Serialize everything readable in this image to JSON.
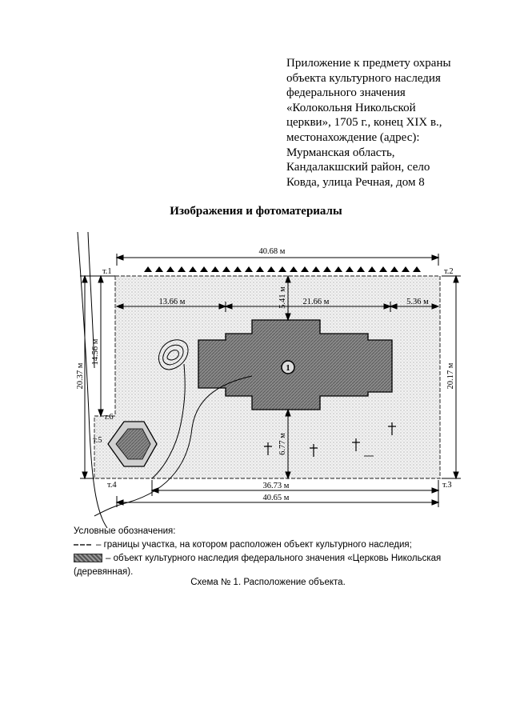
{
  "appendix": {
    "lines": [
      "Приложение к предмету охраны",
      "объекта культурного наследия",
      "федерального значения",
      "«Колокольня Никольской",
      "церкви», 1705 г., конец XIX в.,",
      "местонахождение (адрес):",
      "Мурманская область,",
      "Кандалакшский район, село",
      "Ковда, улица Речная, дом 8"
    ]
  },
  "section_title": "Изображения и фотоматериалы",
  "scheme": {
    "points": {
      "p1": "т.1",
      "p2": "т.2",
      "p3": "т.3",
      "p4": "т.4",
      "p5": "т.5",
      "p6": "т.6"
    },
    "object_number": "1",
    "dimensions": {
      "top_total": "40.68 м",
      "seg_left": "13.66 м",
      "seg_mid": "21.66 м",
      "seg_right": "5.36 м",
      "v_top": "5.41 м",
      "v_bottom": "6.77 м",
      "right_side": "20.17 м",
      "left_inner": "14.56 м",
      "left_outer": "20.37 м",
      "bottom_inner": "36.73 м",
      "bottom_outer": "40.65 м"
    }
  },
  "legend": {
    "title": "Условные обозначения:",
    "item_boundary": "– границы участка, на котором расположен объект культурного наследия;",
    "item_object": "– объект культурного наследия федерального значения «Церковь Никольская",
    "item_object_cont": "(деревянная)."
  },
  "caption": "Схема № 1. Расположение объекта."
}
